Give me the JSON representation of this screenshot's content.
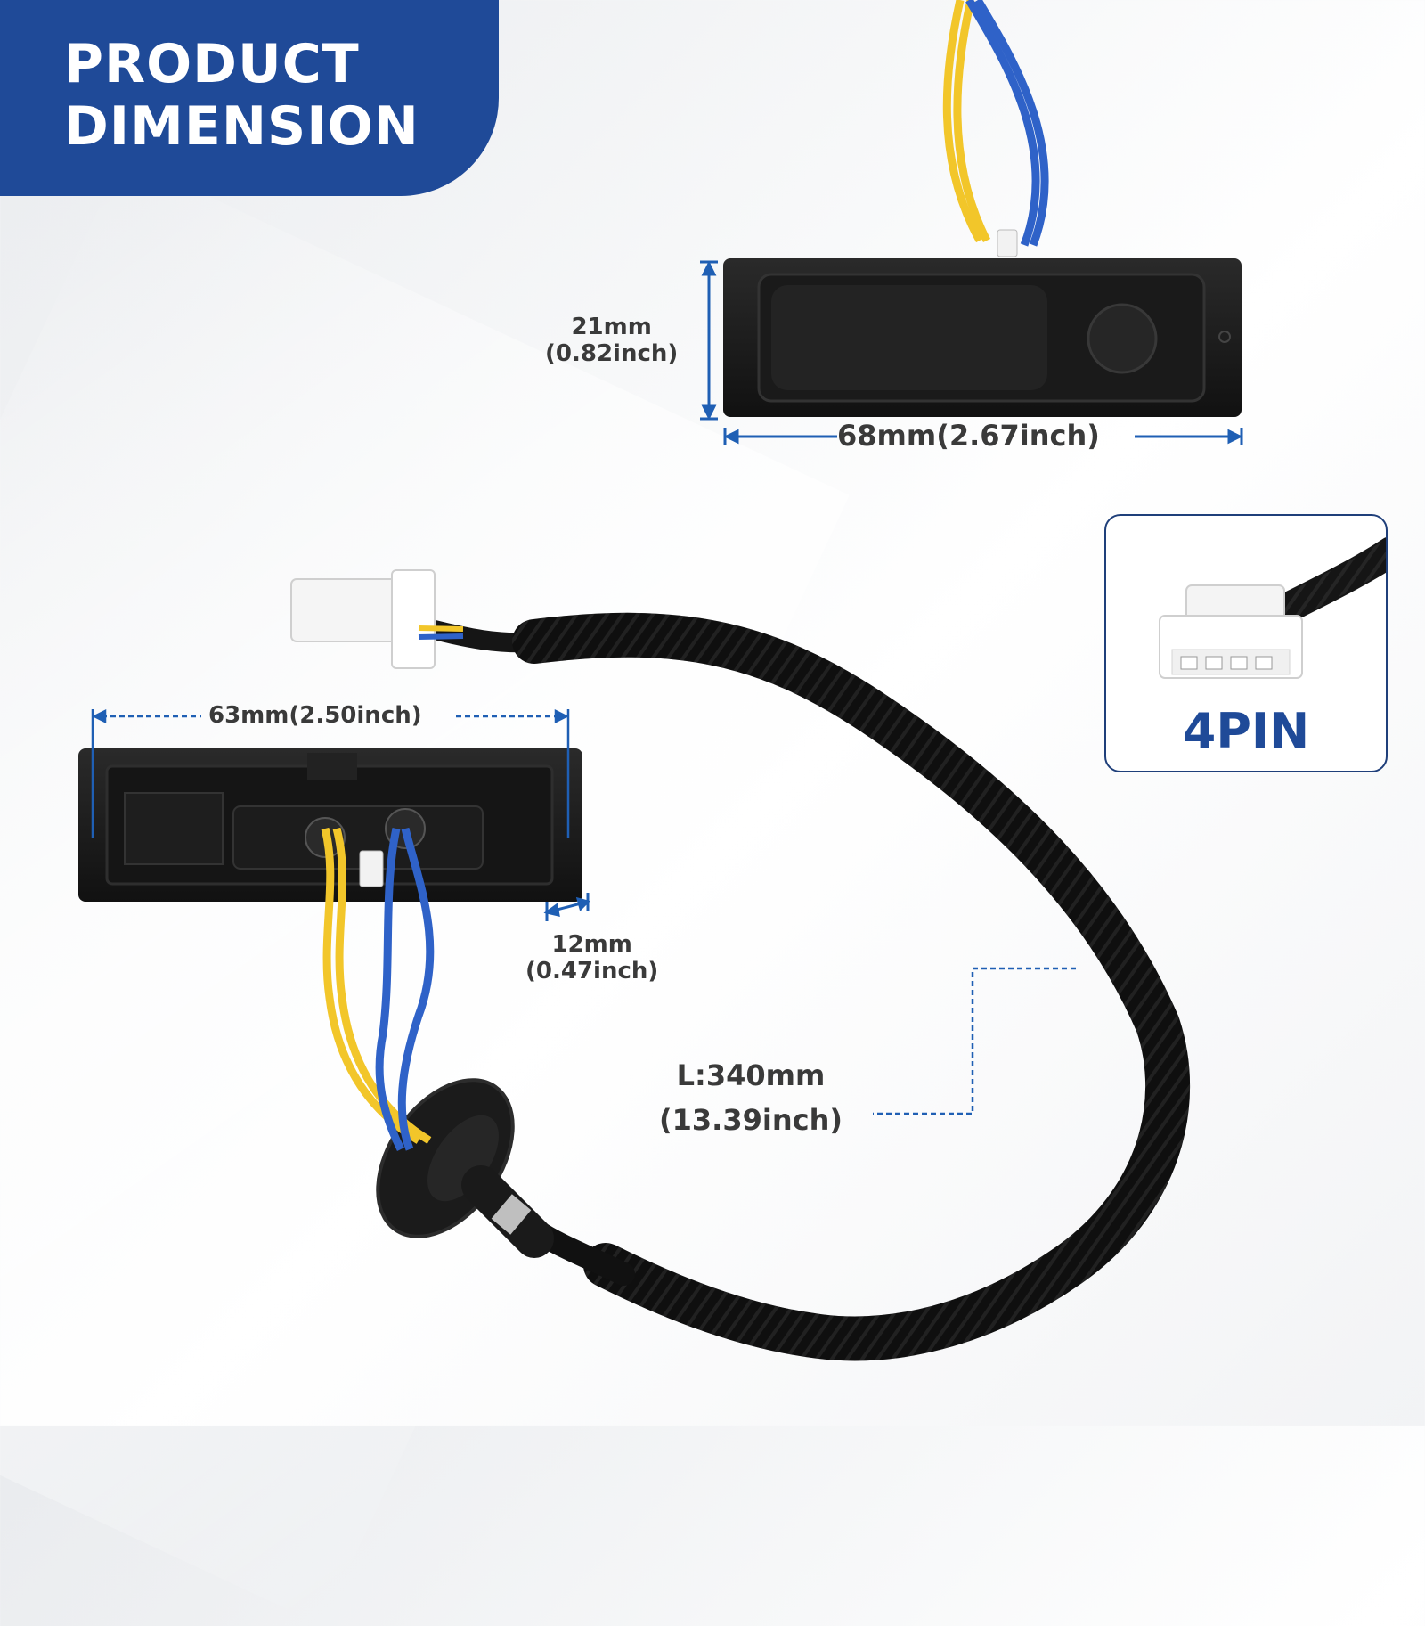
{
  "header": {
    "title_line1": "PRODUCT",
    "title_line2": "DIMENSION"
  },
  "dimensions": {
    "height": {
      "mm": "21mm",
      "inch": "(0.82inch)"
    },
    "width_top": "68mm(2.67inch)",
    "width_bottom": "63mm(2.50inch)",
    "depth": {
      "mm": "12mm",
      "inch": "(0.47inch)"
    },
    "cable_length": {
      "mm": "L:340mm",
      "inch": "(13.39inch)"
    }
  },
  "connector": {
    "label": "4PIN"
  },
  "colors": {
    "brand_blue": "#1f4a98",
    "dimension_line": "#1f5fb4",
    "wire_yellow": "#f2c62a",
    "wire_blue": "#2f62c8",
    "housing_black": "#1c1c1c"
  }
}
